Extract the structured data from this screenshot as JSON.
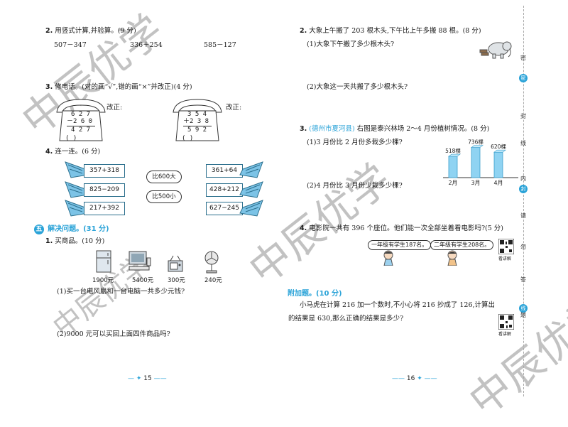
{
  "left": {
    "q2": {
      "num": "2.",
      "title": "用竖式计算,并验算。(9 分)",
      "exprs": [
        "507－347",
        "336＋254",
        "585－127"
      ]
    },
    "q3": {
      "num": "3.",
      "title": "修电话。(对的画“√”,错的画“×”并改正)(4 分)",
      "phone1": {
        "line1": "6 2 7",
        "line2": "－2 6 0",
        "line3": "4 2 7",
        "paren": "(      )",
        "fix": "改正:"
      },
      "phone2": {
        "line1": "3 5 4",
        "line2": "＋2 3 8",
        "line3": "5 9 2",
        "paren": "(      )",
        "fix": "改正:"
      }
    },
    "q4": {
      "num": "4.",
      "title": "连一连。(6 分)",
      "left_cards": [
        "357+318",
        "825−209",
        "217+392"
      ],
      "middle": [
        "比600大",
        "比500小"
      ],
      "right_cards": [
        "361+64",
        "428+212",
        "627−245"
      ]
    },
    "section5": {
      "badge": "五",
      "title": "解决问题。(31 分)"
    },
    "q1": {
      "num": "1.",
      "title": "买商品。(10 分)",
      "prices": [
        "1900元",
        "5400元",
        "300元",
        "240元"
      ],
      "sub1": "(1)买一台电风扇和一台电脑一共多少元钱?",
      "sub2": "(2)9000 元可以买回上面四件商品吗?"
    },
    "page_num": "15"
  },
  "right": {
    "q2": {
      "num": "2.",
      "title": "大象上午搬了 203 根木头,下午比上午多搬 88 根。(8 分)",
      "sub1": "(1)大象下午搬了多少根木头?",
      "sub2": "(2)大象这一天共搬了多少根木头?"
    },
    "q3": {
      "num": "3.",
      "source": "(德州市夏河县)",
      "title": "右图是泰兴林场 2～4 月份植树情况。(8 分)",
      "sub1": "(1)3 月份比 2 月份多栽多少棵?",
      "sub2": "(2)4 月份比 3 月份少栽多少棵?"
    },
    "q4": {
      "num": "4.",
      "title": "电影院一共有 396 个座位。他们能一次全部坐着看电影吗?(5 分)",
      "bubble1": "一年级有学生187名。",
      "bubble2": "二年级有学生208名。",
      "qr_label": "看讲解"
    },
    "bonus": {
      "title": "附加题。(10 分)",
      "line1": "小马虎在计算 216 加一个数时,不小心将 216 抄成了 126,计算出",
      "line2": "的结果是 630,那么正确的结果是多少?",
      "qr_label": "看讲解"
    },
    "page_num": "16"
  },
  "chart_data": {
    "type": "bar",
    "categories": [
      "2月",
      "3月",
      "4月"
    ],
    "values": [
      518,
      736,
      620
    ],
    "data_labels": [
      "518棵",
      "736棵",
      "620棵"
    ],
    "colors": {
      "bar": "#8fd3f2",
      "bar_edge": "#3a9ecc"
    }
  },
  "sidebar": {
    "chars": [
      "密",
      "封",
      "线",
      "内",
      "请",
      "勿",
      "答",
      "题"
    ],
    "badges": [
      "密",
      "封",
      "线"
    ]
  },
  "watermark": [
    "中辰优学",
    "中辰优学",
    "中辰优学",
    "中辰优学"
  ],
  "colors": {
    "accent": "#2aa3d8",
    "section_badge": "#2aa3d8"
  }
}
